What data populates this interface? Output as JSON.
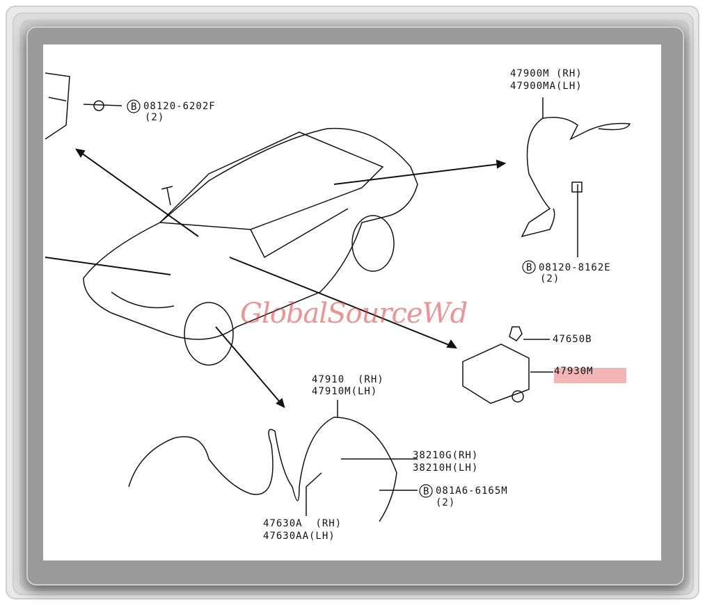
{
  "watermark": "GlobalSourceWd",
  "highlight_color": "#f3b5b5",
  "labels": {
    "bolt_top_left": {
      "code": "08120-6202F",
      "qty": "(2)"
    },
    "sensor_rear_rh": "47900M (RH)",
    "sensor_rear_lh": "47900MA(LH)",
    "bolt_rear": {
      "code": "08120-8162E",
      "qty": "(2)"
    },
    "nut": "47650B",
    "yaw_sensor": "47930M",
    "front_sensor_rh": "47910  (RH)",
    "front_sensor_lh": "47910M(LH)",
    "bracket_rh": "38210G(RH)",
    "bracket_lh": "38210H(LH)",
    "bolt_front": {
      "code": "081A6-6165M",
      "qty": "(2)"
    },
    "clip_rh": "47630A  (RH)",
    "clip_lh": "47630AA(LH)",
    "bolt_symbol": "B"
  }
}
